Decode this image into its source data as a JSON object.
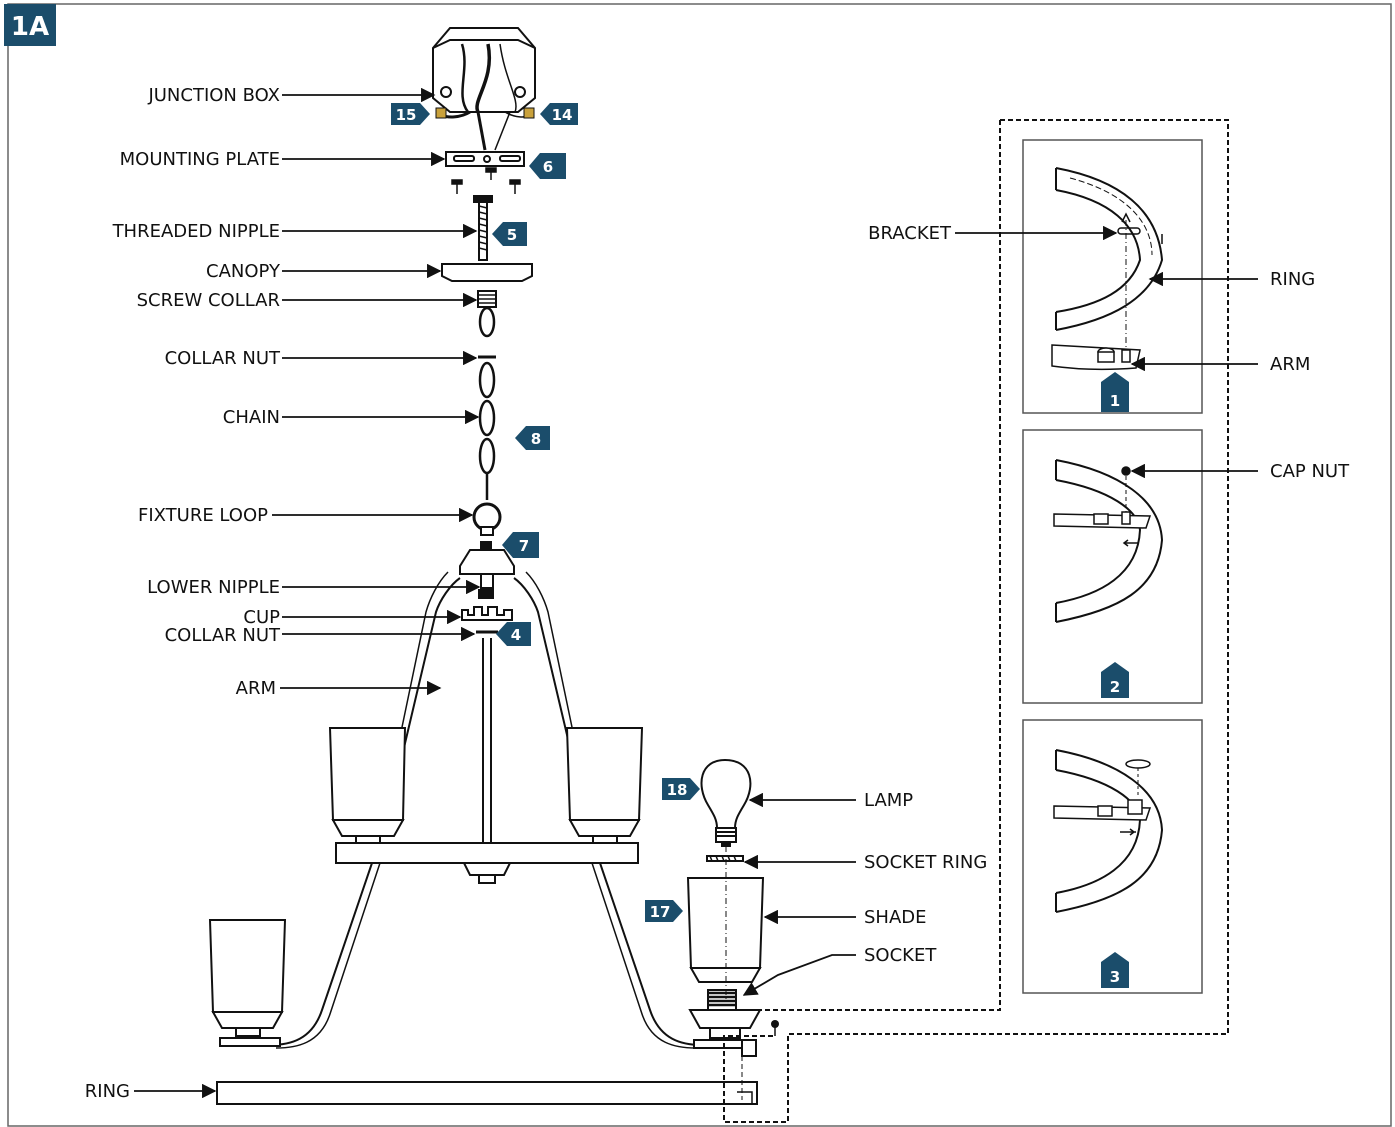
{
  "step_badge": "1A",
  "labels": {
    "junction_box": "JUNCTION BOX",
    "mounting_plate": "MOUNTING PLATE",
    "threaded_nipple": "THREADED NIPPLE",
    "canopy": "CANOPY",
    "screw_collar": "SCREW COLLAR",
    "collar_nut_upper": "COLLAR NUT",
    "chain": "CHAIN",
    "fixture_loop": "FIXTURE LOOP",
    "lower_nipple": "LOWER NIPPLE",
    "cup": "CUP",
    "collar_nut_lower": "COLLAR NUT",
    "arm": "ARM",
    "ring": "RING",
    "lamp": "LAMP",
    "socket_ring": "SOCKET RING",
    "shade": "SHADE",
    "socket": "SOCKET",
    "detail_bracket": "BRACKET",
    "detail_ring": "RING",
    "detail_arm": "ARM",
    "detail_cap_nut": "CAP NUT"
  },
  "part_numbers": {
    "wire_left": "15",
    "wire_right": "14",
    "mounting_plate": "6",
    "threaded_nipple": "5",
    "chain": "8",
    "fixture_loop": "7",
    "collar_nut": "4",
    "lamp": "18",
    "shade": "17"
  },
  "detail_steps": [
    "1",
    "2",
    "3"
  ],
  "colors": {
    "badge": "#1b4d6b",
    "line": "#111111",
    "frame": "#666666"
  }
}
